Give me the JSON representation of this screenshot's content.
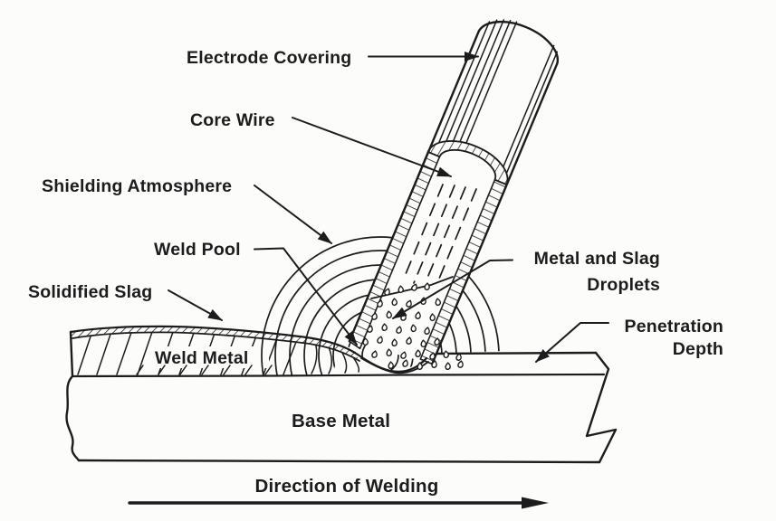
{
  "figure": {
    "title_hint": "Shielded metal arc welding process diagram",
    "ink_color": "#1c1c1c",
    "background_color": "#fcfcfb",
    "labels": {
      "electrode_covering": "Electrode Covering",
      "core_wire": "Core Wire",
      "shielding_atmosphere": "Shielding Atmosphere",
      "weld_pool": "Weld Pool",
      "solidified_slag": "Solidified Slag",
      "weld_metal": "Weld Metal",
      "metal_slag_line1": "Metal and Slag",
      "metal_slag_line2": "Droplets",
      "penetration_line1": "Penetration",
      "penetration_line2": "Depth",
      "base_metal": "Base Metal",
      "direction": "Direction of Welding"
    }
  }
}
